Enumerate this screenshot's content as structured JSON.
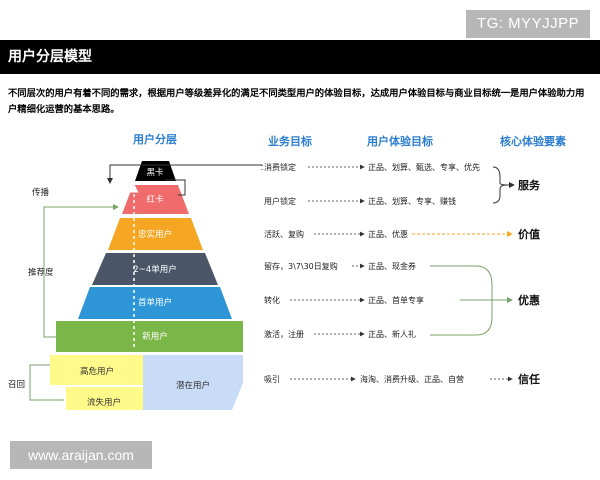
{
  "watermarks": {
    "tg": "TG: MYYJJPP",
    "site": "www.araijan.com"
  },
  "title": "用户分层模型",
  "intro": "不同层次的用户有着不同的需求，根据用户等级差异化的满足不同类型用户的体验目标，达成用户体验目标与商业目标统一是用户体验助力用户精细化运营的基本思路。",
  "headers": {
    "layer": "用户分层",
    "business": "业务目标",
    "experience": "用户体验目标",
    "core": "核心体验要素"
  },
  "side_labels": {
    "spread": "传播",
    "recommend": "推荐度",
    "recall": "召回"
  },
  "levels": [
    {
      "name": "黑卡",
      "business": "消费锁定",
      "experience": "正品、划算、甄选、专享、优先",
      "color": "#000000"
    },
    {
      "name": "红卡",
      "business": "用户锁定",
      "experience": "正品、划算、专享、赚钱",
      "color": "#f06b6b"
    },
    {
      "name": "忠实用户",
      "business": "活跃、复购",
      "experience": "正品、优惠",
      "color": "#f5a623"
    },
    {
      "name": "2~4单用户",
      "business": "留存，3\\7\\30日复购",
      "experience": "正品、现金券",
      "color": "#4a5667"
    },
    {
      "name": "首单用户",
      "business": "转化",
      "experience": "正品、首单专享",
      "color": "#2e96d6"
    },
    {
      "name": "新用户",
      "business": "激活，注册",
      "experience": "正品、新人礼",
      "color": "#7ab648"
    }
  ],
  "bottom": {
    "high_risk": "高危用户",
    "churned": "流失用户",
    "potential": "潜在用户",
    "business": "吸引",
    "experience": "海淘、消费升级、正品、自营"
  },
  "core_elements": {
    "service": "服务",
    "value": "价值",
    "discount": "优惠",
    "trust": "信任"
  },
  "colors": {
    "header": "#2d7fd0",
    "arrow": "#333333",
    "value_arrow": "#f5a623",
    "bracket": "#7aa36b",
    "yellow": "#fffa8a",
    "potential": "#c9dcf7"
  }
}
